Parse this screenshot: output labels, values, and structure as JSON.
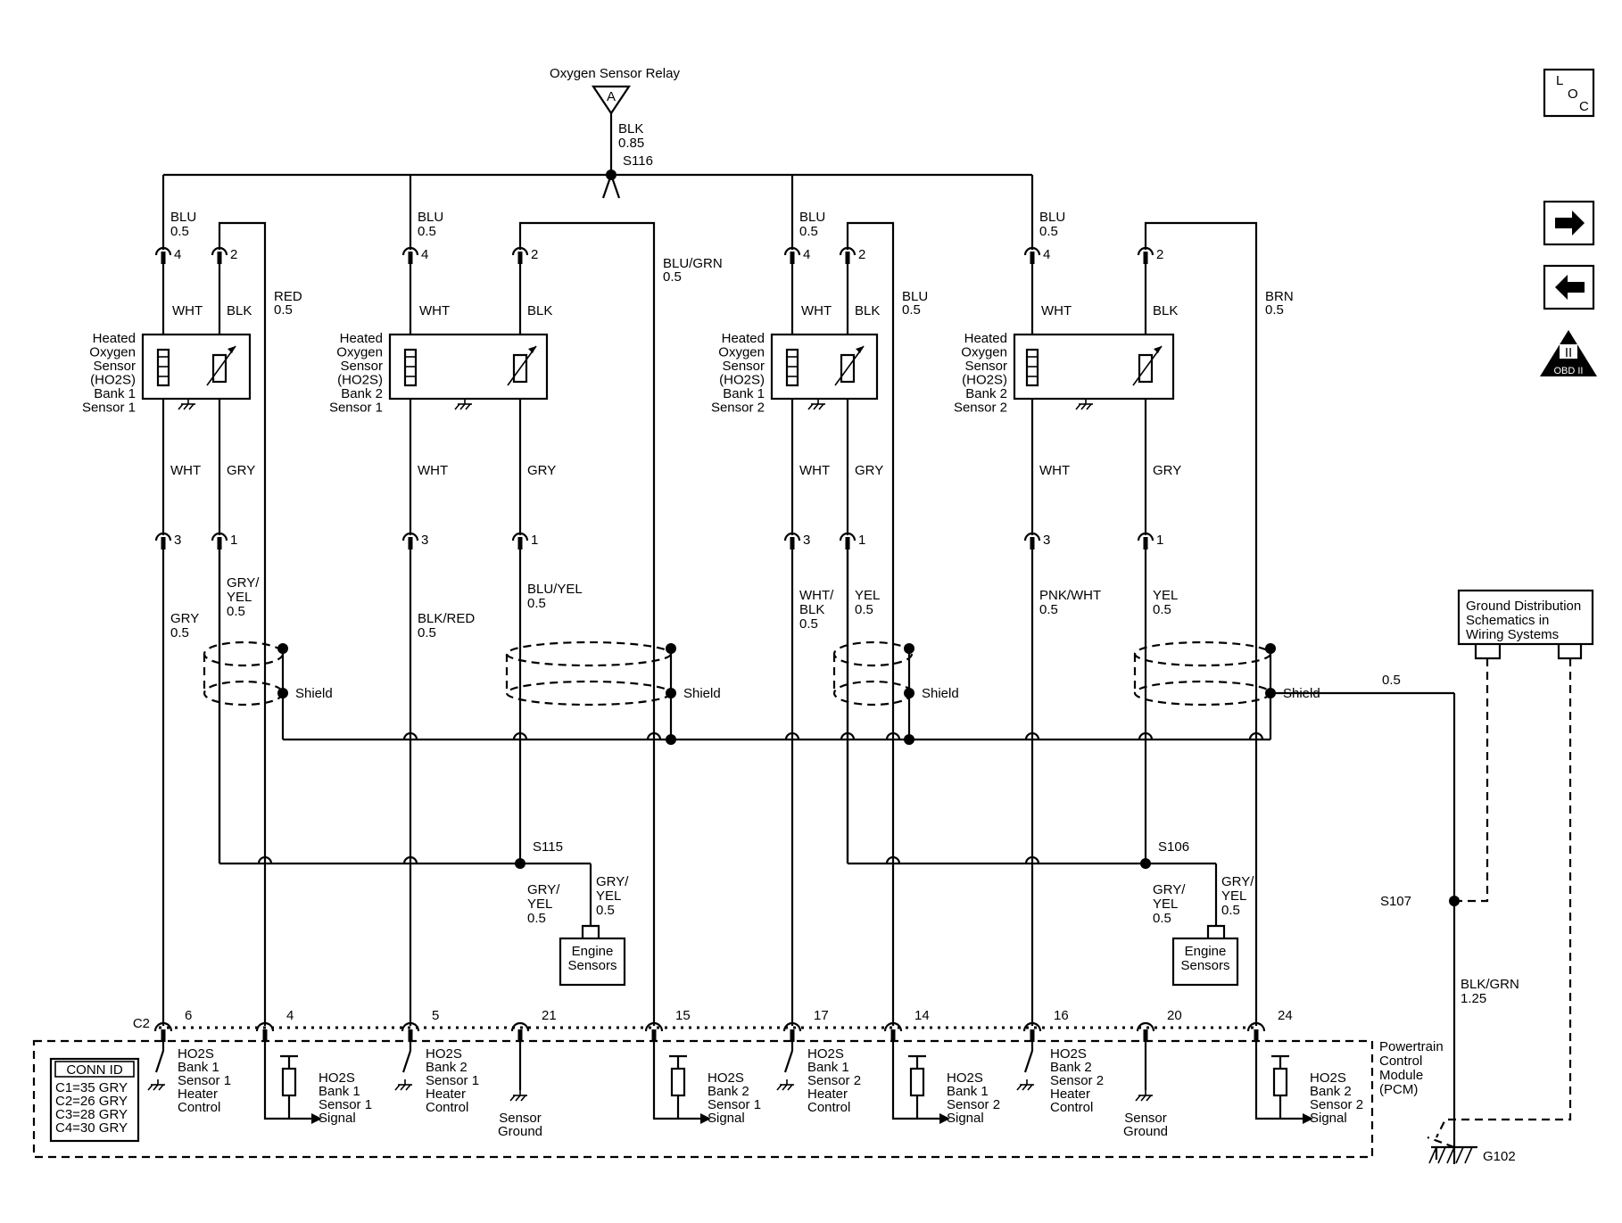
{
  "relay": {
    "label": "Oxygen Sensor Relay",
    "pin": "A",
    "wire_color": "BLK",
    "wire_size": "0.85",
    "splice": "S116"
  },
  "sensors": [
    {
      "lines": [
        "Heated",
        "Oxygen",
        "Sensor",
        "(HO2S)",
        "Bank 1",
        "Sensor 1"
      ],
      "feed_color": "BLU",
      "feed_size": "0.5",
      "pin_a": "4",
      "pin_b": "2",
      "top_a": "WHT",
      "top_b": "BLK",
      "bot_a": "WHT",
      "bot_b": "GRY",
      "low_pin_a": "3",
      "low_pin_b": "1",
      "low_a_color": "GRY",
      "low_a_size": "0.5",
      "low_b_color": [
        "GRY/",
        "YEL"
      ],
      "low_b_size": "0.5",
      "ret_color": "RED",
      "ret_size": "0.5",
      "shield": "Shield"
    },
    {
      "lines": [
        "Heated",
        "Oxygen",
        "Sensor",
        "(HO2S)",
        "Bank 2",
        "Sensor 1"
      ],
      "feed_color": "BLU",
      "feed_size": "0.5",
      "pin_a": "4",
      "pin_b": "2",
      "top_a": "WHT",
      "top_b": "BLK",
      "bot_a": "WHT",
      "bot_b": "GRY",
      "low_pin_a": "3",
      "low_pin_b": "1",
      "low_a_color": "BLK/RED",
      "low_a_size": "0.5",
      "low_b_color": [
        "BLU/YEL"
      ],
      "low_b_size": "0.5",
      "ret_color": "BLU/GRN",
      "ret_size": "0.5",
      "shield": "Shield"
    },
    {
      "lines": [
        "Heated",
        "Oxygen",
        "Sensor",
        "(HO2S)",
        "Bank 1",
        "Sensor 2"
      ],
      "feed_color": "BLU",
      "feed_size": "0.5",
      "pin_a": "4",
      "pin_b": "2",
      "top_a": "WHT",
      "top_b": "BLK",
      "bot_a": "WHT",
      "bot_b": "GRY",
      "low_pin_a": "3",
      "low_pin_b": "1",
      "low_a_color": [
        "WHT/",
        "BLK"
      ],
      "low_a_size": "0.5",
      "low_b_color": [
        "YEL"
      ],
      "low_b_size": "0.5",
      "ret_color": "BLU",
      "ret_size": "0.5",
      "shield": "Shield"
    },
    {
      "lines": [
        "Heated",
        "Oxygen",
        "Sensor",
        "(HO2S)",
        "Bank 2",
        "Sensor 2"
      ],
      "feed_color": "BLU",
      "feed_size": "0.5",
      "pin_a": "4",
      "pin_b": "2",
      "top_a": "WHT",
      "top_b": "BLK",
      "bot_a": "WHT",
      "bot_b": "GRY",
      "low_pin_a": "3",
      "low_pin_b": "1",
      "low_a_color": "PNK/WHT",
      "low_a_size": "0.5",
      "low_b_color": [
        "YEL"
      ],
      "low_b_size": "0.5",
      "ret_color": "BRN",
      "ret_size": "0.5",
      "shield": "Shield"
    }
  ],
  "shield_ground": {
    "size": "0.5",
    "splice": "S107",
    "ground_wire": "BLK/GRN",
    "ground_size": "1.25",
    "ground": "G102"
  },
  "splices": {
    "left": "S115",
    "right": "S106"
  },
  "engine_sensors": {
    "label": [
      "Engine",
      "Sensors"
    ],
    "wire_a": [
      "GRY/",
      "YEL",
      "0.5"
    ],
    "wire_b": [
      "GRY/",
      "YEL",
      "0.5"
    ]
  },
  "ground_distribution": [
    "Ground Distribution",
    "Schematics in",
    "Wiring Systems"
  ],
  "pcm": {
    "connector": "C2",
    "label": [
      "Powertrain",
      "Control",
      "Module",
      "(PCM)"
    ],
    "pins": [
      "6",
      "4",
      "5",
      "21",
      "15",
      "17",
      "14",
      "16",
      "20",
      "24"
    ],
    "functions": [
      [
        "HO2S",
        "Bank 1",
        "Sensor 1",
        "Heater",
        "Control"
      ],
      [
        "HO2S",
        "Bank 1",
        "Sensor 1",
        "Signal"
      ],
      [
        "HO2S",
        "Bank 2",
        "Sensor 1",
        "Heater",
        "Control"
      ],
      [
        "Sensor",
        "Ground"
      ],
      [
        "HO2S",
        "Bank 2",
        "Sensor 1",
        "Signal"
      ],
      [
        "HO2S",
        "Bank 1",
        "Sensor 2",
        "Heater",
        "Control"
      ],
      [
        "HO2S",
        "Bank 1",
        "Sensor 2",
        "Signal"
      ],
      [
        "HO2S",
        "Bank 2",
        "Sensor 2",
        "Heater",
        "Control"
      ],
      [
        "Sensor",
        "Ground"
      ],
      [
        "HO2S",
        "Bank 2",
        "Sensor 2",
        "Signal"
      ]
    ],
    "conn_id": {
      "title": "CONN ID",
      "rows": [
        "C1=35 GRY",
        "C2=26 GRY",
        "C3=28 GRY",
        "C4=30 GRY"
      ]
    }
  },
  "nav": {
    "loc_top": "L",
    "loc_o": "O",
    "loc_c": "C",
    "obd": "OBD II",
    "obd_mark": "II"
  }
}
